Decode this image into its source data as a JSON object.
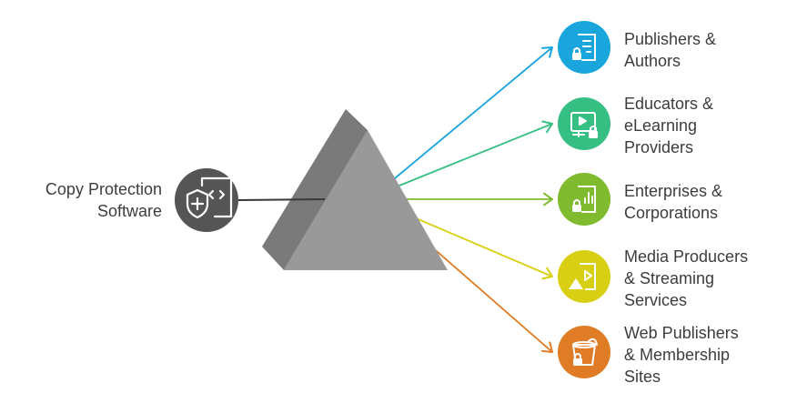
{
  "source": {
    "label_lines": [
      "Copy Protection",
      "Software"
    ],
    "icon": "shield-document-code-icon",
    "color": "#555555"
  },
  "prism": {
    "color_face": "#999999",
    "color_side": "#7a7a7a"
  },
  "audiences": [
    {
      "label_lines": [
        "Publishers &",
        "Authors"
      ],
      "color": "#1aa6dd",
      "icon": "document-lock-icon"
    },
    {
      "label_lines": [
        "Educators &",
        "eLearning",
        "Providers"
      ],
      "color": "#36bf83",
      "icon": "video-lesson-lock-icon"
    },
    {
      "label_lines": [
        "Enterprises &",
        "Corporations"
      ],
      "color": "#7fba2f",
      "icon": "report-chart-lock-icon"
    },
    {
      "label_lines": [
        "Media Producers",
        "& Streaming",
        "Services"
      ],
      "color": "#d9cf12",
      "icon": "video-warning-icon"
    },
    {
      "label_lines": [
        "Web Publishers",
        "& Membership",
        "Sites"
      ],
      "color": "#e07c26",
      "icon": "bucket-lock-icon"
    }
  ]
}
